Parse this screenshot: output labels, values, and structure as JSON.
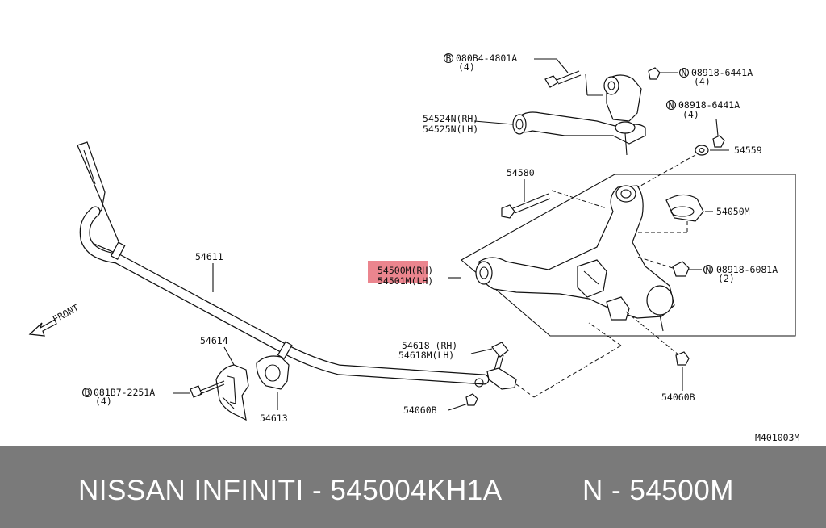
{
  "diagram": {
    "figure_code": "M401003M",
    "front_label": "FRONT",
    "highlight_color": "#e8707a",
    "callouts": {
      "bolt_upper": {
        "sym": "B",
        "code": "080B4-4801A",
        "qty": "(4)"
      },
      "nut_upper": {
        "sym": "N",
        "code": "08918-6441A",
        "qty": "(4)"
      },
      "nut_upper2": {
        "sym": "N",
        "code": "08918-6441A",
        "qty": "(4)"
      },
      "upper_arm_rh": "54524N(RH)",
      "upper_arm_lh": "54525N(LH)",
      "washer": "54559",
      "bolt_lower": "54580",
      "cap": "54050M",
      "lower_arm_rh": "54500M(RH)",
      "lower_arm_lh": "54501M(LH)",
      "nut_lower": {
        "sym": "N",
        "code": "08918-6081A",
        "qty": "(2)"
      },
      "stabilizer": "54611",
      "bracket": "54614",
      "bushing": "54613",
      "bolt_bracket": {
        "sym": "B",
        "code": "081B7-2251A",
        "qty": "(4)"
      },
      "link_rh": "54618 (RH)",
      "link_lh": "54618M(LH)",
      "nut_link1": "54060B",
      "nut_link2": "54060B"
    }
  },
  "footer": {
    "brand_part": "NISSAN  INFINITI - 545004KH1A",
    "ref_part": "N - 54500M"
  }
}
